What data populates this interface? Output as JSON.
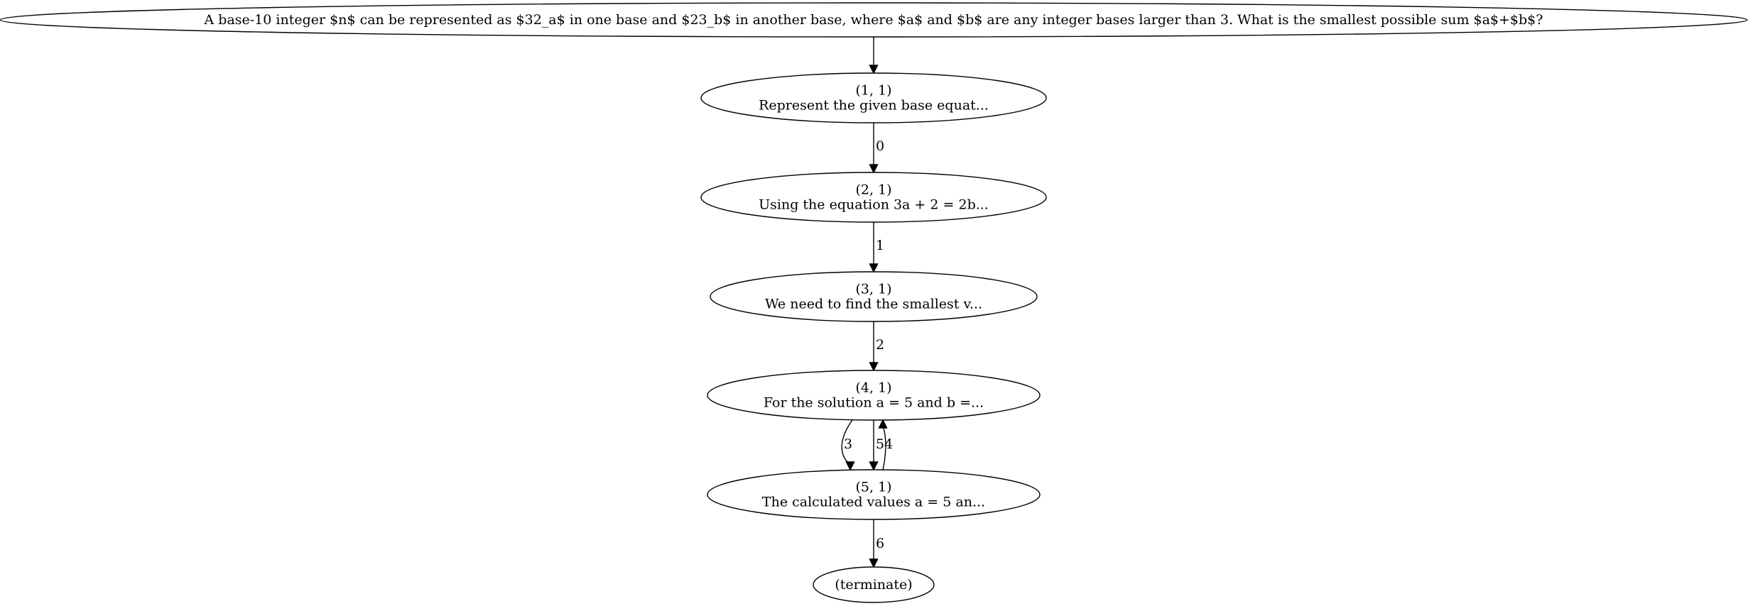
{
  "nodes": {
    "question": {
      "lines": [
        "A base-10 integer $n$ can be represented as $32_a$ in one base and $23_b$ in another base, where $a$ and $b$ are any integer bases larger than 3. What is the smallest possible sum $a$+$b$?"
      ]
    },
    "n1_1": {
      "lines": [
        "(1, 1)",
        "Represent the given base equat..."
      ]
    },
    "n2_1": {
      "lines": [
        "(2, 1)",
        "Using the equation 3a + 2 = 2b..."
      ]
    },
    "n3_1": {
      "lines": [
        "(3, 1)",
        "We need to find the smallest v..."
      ]
    },
    "n4_1": {
      "lines": [
        "(4, 1)",
        "For the solution a = 5 and b =..."
      ]
    },
    "n5_1": {
      "lines": [
        "(5, 1)",
        "The calculated values a = 5 an..."
      ]
    },
    "terminate": {
      "lines": [
        "(terminate)"
      ]
    }
  },
  "edges": [
    {
      "from": "question",
      "to": "n1_1",
      "label": ""
    },
    {
      "from": "n1_1",
      "to": "n2_1",
      "label": "0"
    },
    {
      "from": "n2_1",
      "to": "n3_1",
      "label": "1"
    },
    {
      "from": "n3_1",
      "to": "n4_1",
      "label": "2"
    },
    {
      "from": "n4_1",
      "to": "n5_1",
      "label": "3"
    },
    {
      "from": "n5_1",
      "to": "n4_1",
      "label": "4"
    },
    {
      "from": "n4_1",
      "to": "n5_1",
      "label": "5"
    },
    {
      "from": "n5_1",
      "to": "terminate",
      "label": "6"
    }
  ]
}
